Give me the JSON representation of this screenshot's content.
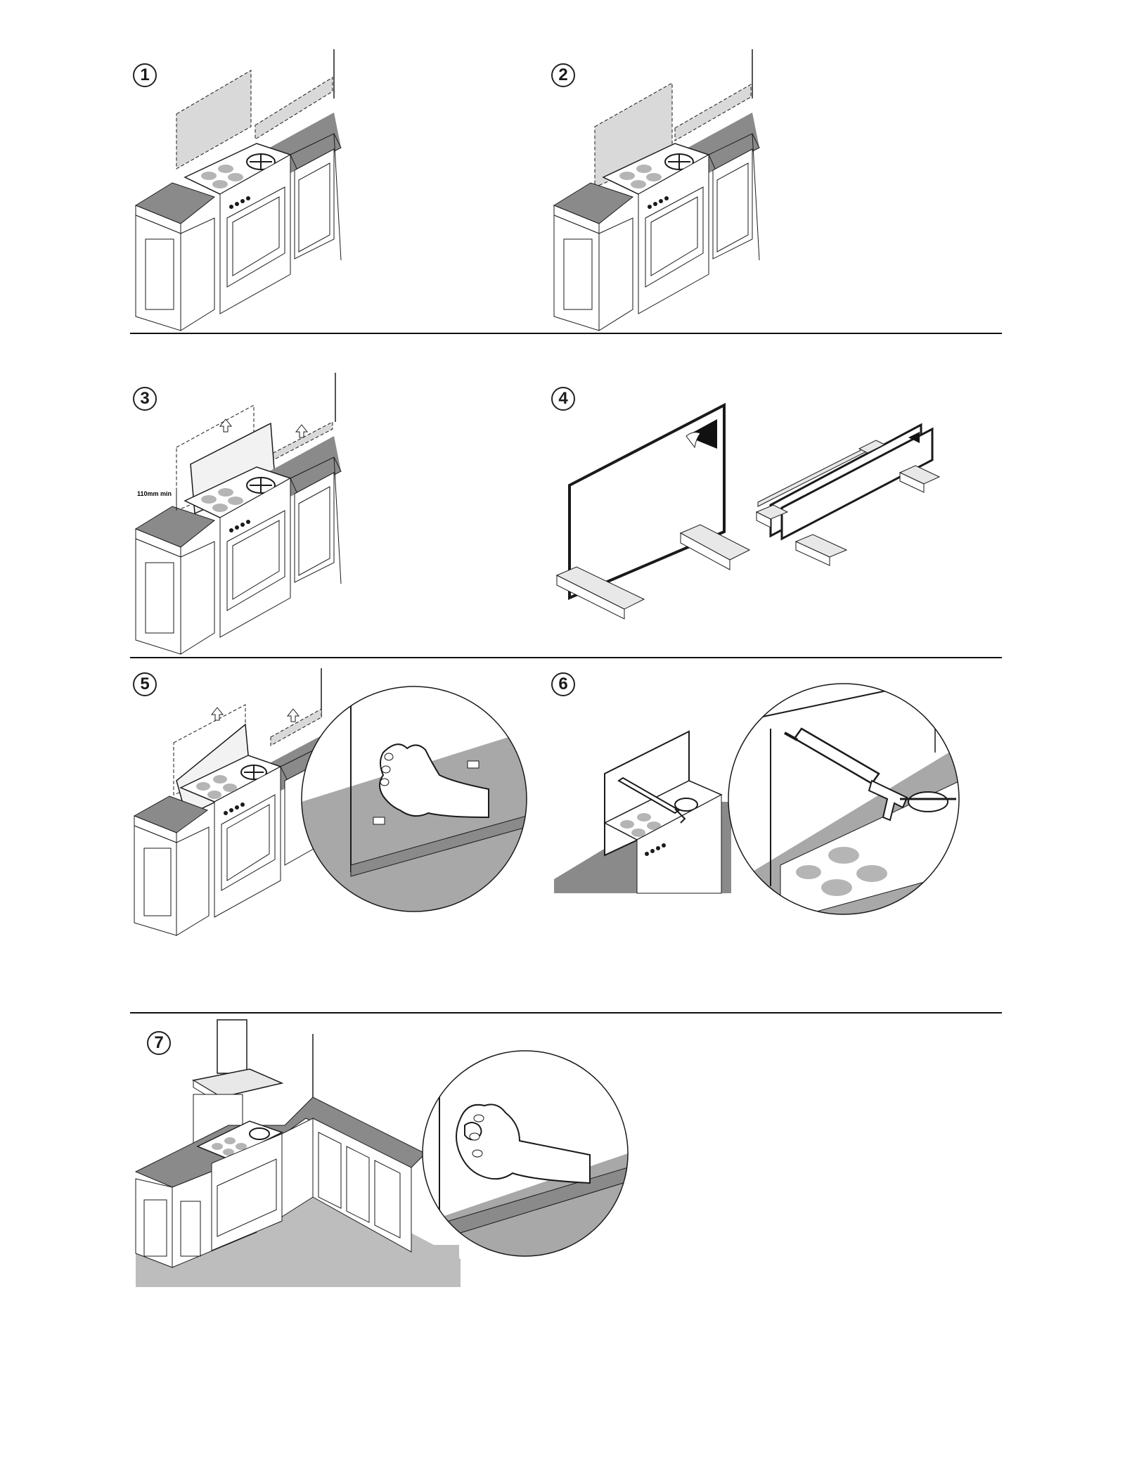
{
  "steps": [
    {
      "number": "1"
    },
    {
      "number": "2"
    },
    {
      "number": "3",
      "dimension_label": "110mm min"
    },
    {
      "number": "4"
    },
    {
      "number": "5"
    },
    {
      "number": "6"
    },
    {
      "number": "7"
    }
  ],
  "colors": {
    "line": "#1a1a1a",
    "countertop": "#8a8a8a",
    "splashback_fill": "#d9d9d9",
    "floor": "#bdbdbd",
    "hob_ring": "#b5b5b5"
  },
  "icons": {
    "kitchen": "kitchen-cabinet-illustration",
    "hand": "hand-illustration",
    "caulk_gun": "caulking-gun-illustration",
    "panel": "splashback-panel-illustration",
    "arrow": "up-arrow-icon"
  }
}
